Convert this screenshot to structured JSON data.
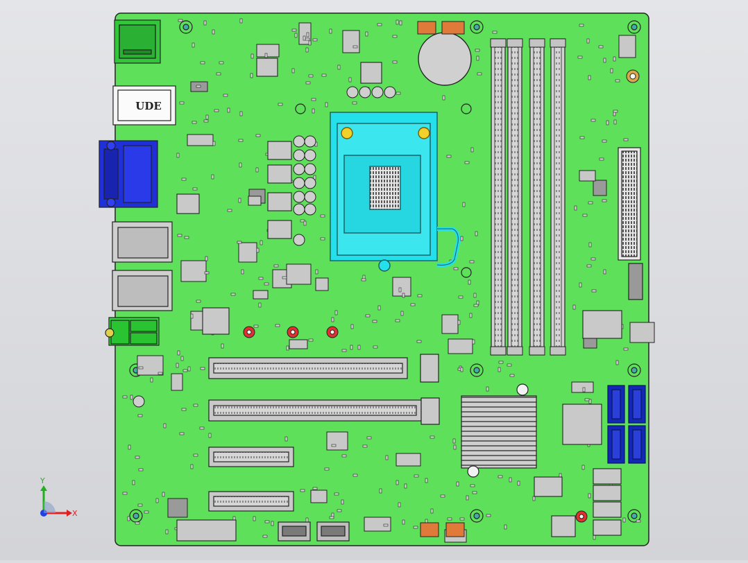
{
  "scene": {
    "kind": "motherboard-3d-model",
    "board_color": "#5fe05a",
    "socket_color": "#24e0ea",
    "vga_color": "#2030d8",
    "sata_color": "#1428b8",
    "dimm_color": "#d2d2d2"
  },
  "io_panel": {
    "usb_label": "UDE"
  },
  "triad": {
    "x_label": "X",
    "y_label": "Y",
    "x_color": "#e02020",
    "y_color": "#20b020",
    "z_color": "#2040e0"
  },
  "icons": {
    "triad": "coordinate-triad-icon"
  }
}
